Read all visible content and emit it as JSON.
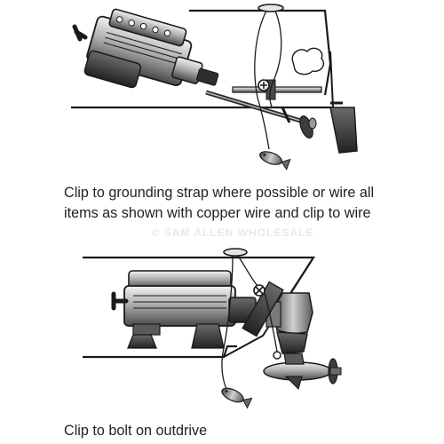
{
  "diagram1": {
    "caption_line1": "Clip to grounding strap where possible or wire all",
    "caption_line2": "items as shown with copper wire and clip to wire"
  },
  "watermark": "© SAM ALLEN WHOLESALE",
  "diagram2": {
    "caption": "Clip to bolt on outdrive"
  },
  "colors": {
    "outline": "#1a1a1a",
    "metal_dark": "#3c3c3c",
    "metal_mid": "#8a8a8a",
    "metal_light": "#d4d4d4",
    "background": "#ffffff"
  }
}
